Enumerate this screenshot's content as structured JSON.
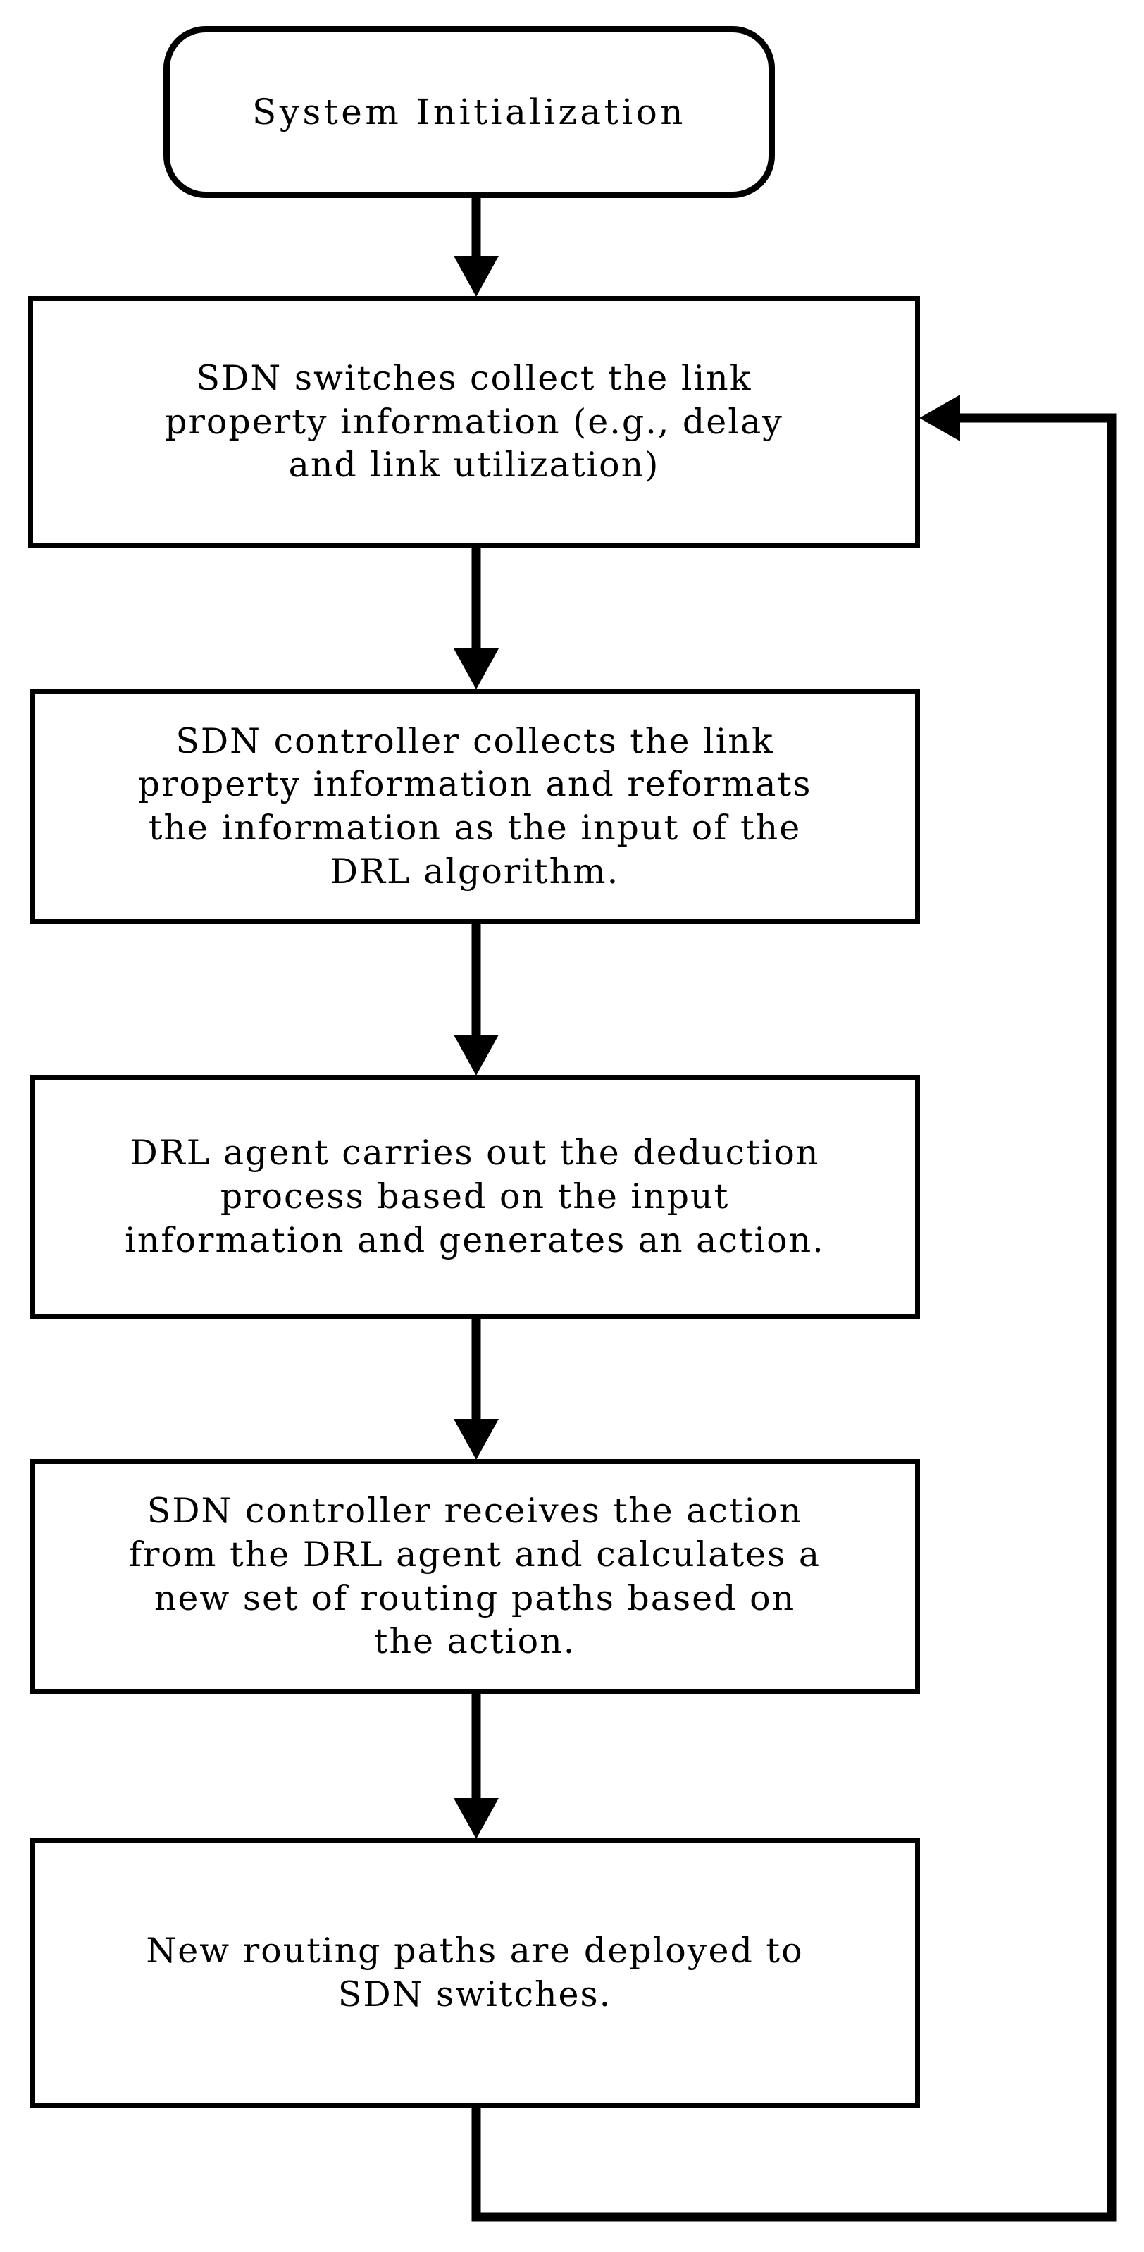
{
  "diagram": {
    "title": "DRL-based SDN routing workflow",
    "stroke_color": "#000000",
    "background_color": "#ffffff",
    "text_color": "#000000"
  },
  "nodes": {
    "start": {
      "shape": "rounded-rectangle",
      "label": "System Initialization"
    },
    "step1": {
      "shape": "rectangle",
      "label": "SDN switches collect the link\nproperty information (e.g., delay\nand link utilization)"
    },
    "step2": {
      "shape": "rectangle",
      "label": "SDN controller collects the link\nproperty information and reformats\nthe information as the input of the\nDRL algorithm."
    },
    "step3": {
      "shape": "rectangle",
      "label": "DRL agent carries out the deduction\nprocess based on the input\ninformation and generates an action."
    },
    "step4": {
      "shape": "rectangle",
      "label": "SDN controller receives the action\nfrom the DRL agent and calculates a\nnew set of routing paths based on\nthe action."
    },
    "step5": {
      "shape": "rectangle",
      "label": "New routing paths are deployed to\nSDN switches."
    }
  },
  "edges": [
    {
      "name": "start-to-step1",
      "from": "start",
      "to": "step1",
      "direction": "down",
      "arrowhead": true
    },
    {
      "name": "step1-to-step2",
      "from": "step1",
      "to": "step2",
      "direction": "down",
      "arrowhead": true
    },
    {
      "name": "step2-to-step3",
      "from": "step2",
      "to": "step3",
      "direction": "down",
      "arrowhead": true
    },
    {
      "name": "step3-to-step4",
      "from": "step3",
      "to": "step4",
      "direction": "down",
      "arrowhead": true
    },
    {
      "name": "step4-to-step5",
      "from": "step4",
      "to": "step5",
      "direction": "down",
      "arrowhead": true
    },
    {
      "name": "step5-to-step1-feedback",
      "from": "step5",
      "to": "step1",
      "direction": "loop-right",
      "arrowhead": true
    }
  ]
}
